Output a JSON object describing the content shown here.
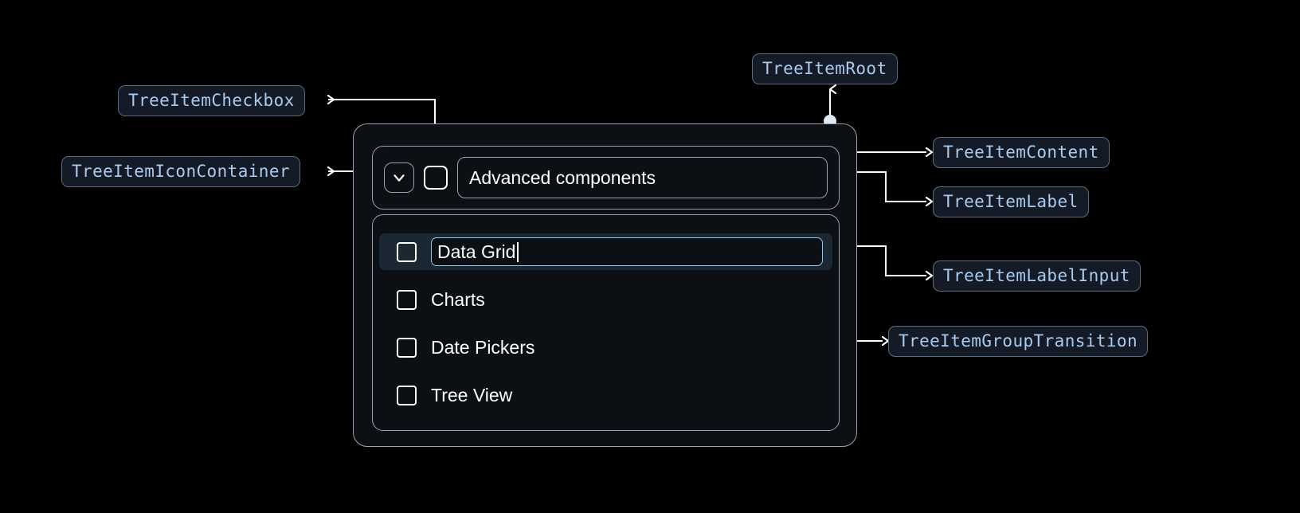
{
  "page": {
    "title": "TreeItem anatomy diagram",
    "background": "#000000"
  },
  "theme": {
    "chip_text": "#a9cbf0",
    "chip_bg": "#141b26",
    "chip_border": "#5b6b80",
    "wire": "#ffffff",
    "dot": "#dfe9f5",
    "component_border": "#9aa2ad",
    "component_bg": "#0c0f14",
    "selected_row_bg": "#1b2733",
    "input_focus_border": "#8ec6f2"
  },
  "annotations": [
    {
      "id": "tree-item-checkbox",
      "label": "TreeItemCheckbox"
    },
    {
      "id": "tree-item-icon-container",
      "label": "TreeItemIconContainer"
    },
    {
      "id": "tree-item-root",
      "label": "TreeItemRoot"
    },
    {
      "id": "tree-item-content",
      "label": "TreeItemContent"
    },
    {
      "id": "tree-item-label",
      "label": "TreeItemLabel"
    },
    {
      "id": "tree-item-label-input",
      "label": "TreeItemLabelInput"
    },
    {
      "id": "tree-item-group-transition",
      "label": "TreeItemGroupTransition"
    }
  ],
  "tree": {
    "parent": {
      "icon": "chevron-down-icon",
      "checkbox_checked": false,
      "label": "Advanced components"
    },
    "children": [
      {
        "label": "Data Grid",
        "checked": false,
        "editing": true,
        "selected": true
      },
      {
        "label": "Charts",
        "checked": false,
        "editing": false,
        "selected": false
      },
      {
        "label": "Date Pickers",
        "checked": false,
        "editing": false,
        "selected": false
      },
      {
        "label": "Tree View",
        "checked": false,
        "editing": false,
        "selected": false
      }
    ],
    "editing_value": "Data Grid"
  }
}
